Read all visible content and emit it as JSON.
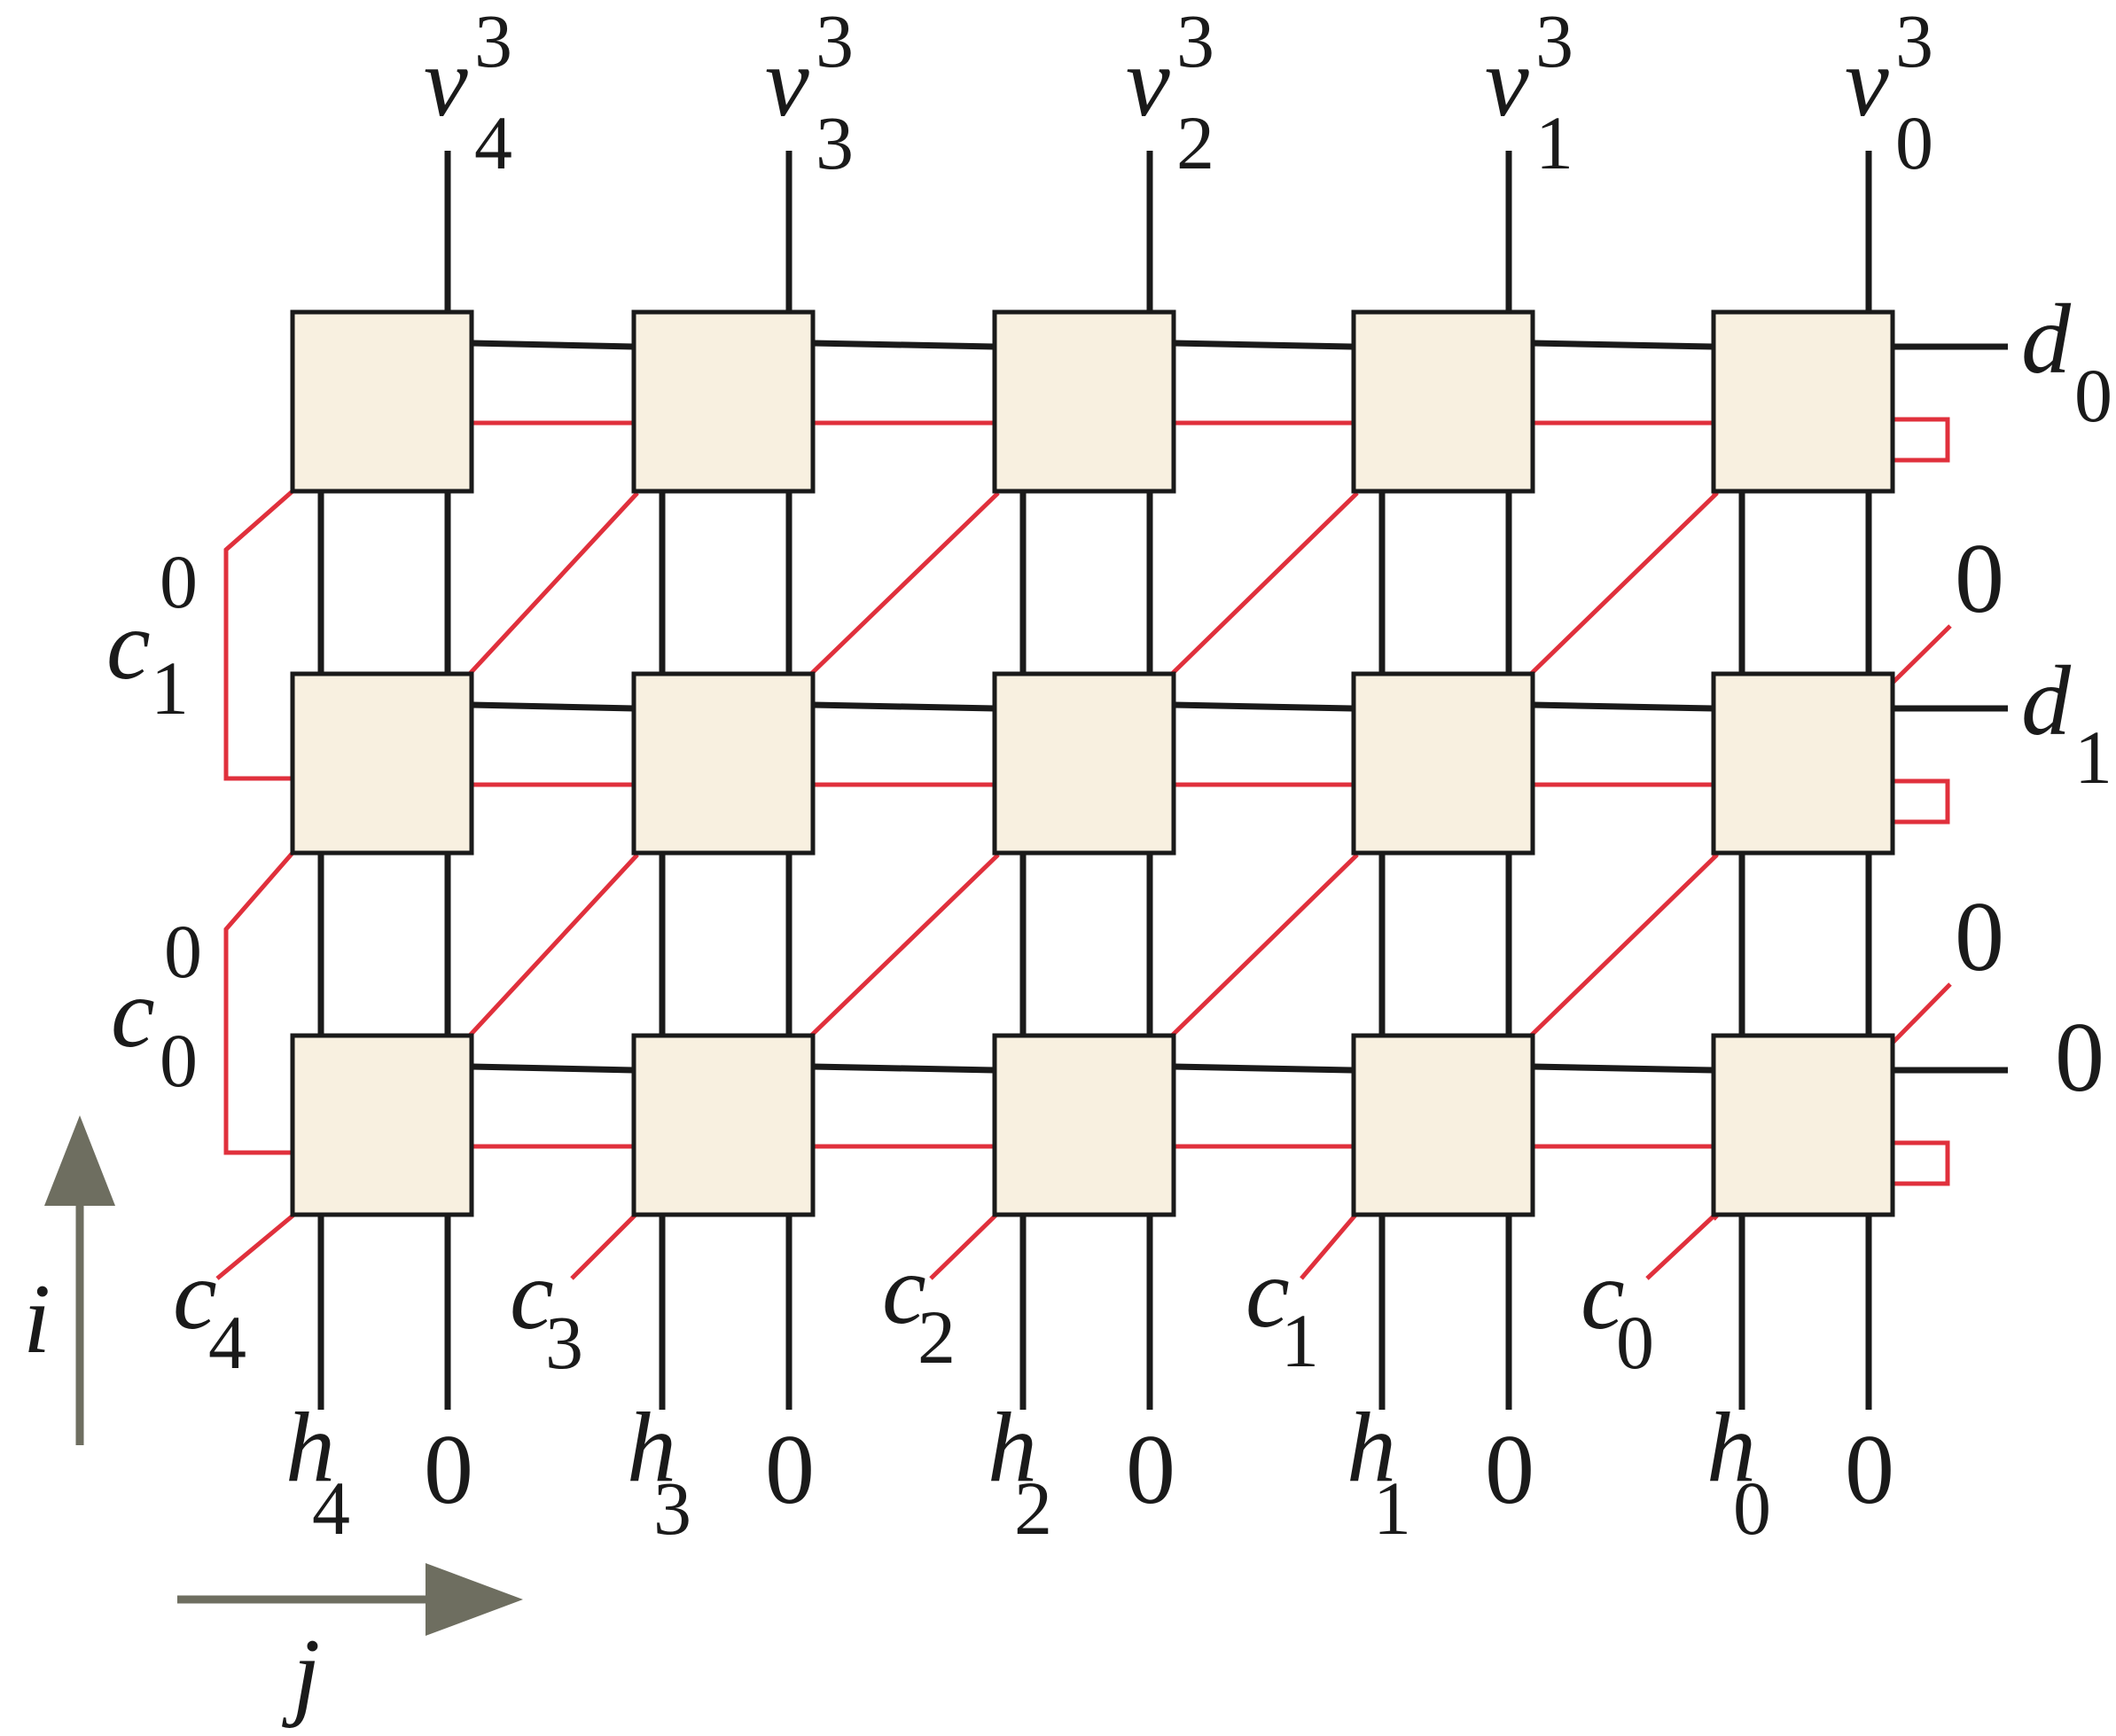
{
  "colors": {
    "cell_fill": "#f8f0e0",
    "cell_stroke": "#1a1a1a",
    "black_wire": "#1a1a1a",
    "red_wire": "#e0303c",
    "arrow": "#6e6e60"
  },
  "cells": {
    "rows": 3,
    "cols": 5
  },
  "top_labels": [
    {
      "base": "v",
      "sub": "4",
      "sup": "3"
    },
    {
      "base": "v",
      "sub": "3",
      "sup": "3"
    },
    {
      "base": "v",
      "sub": "2",
      "sup": "3"
    },
    {
      "base": "v",
      "sub": "1",
      "sup": "3"
    },
    {
      "base": "v",
      "sub": "0",
      "sup": "3"
    }
  ],
  "right_labels": [
    {
      "base": "d",
      "sub": "0"
    },
    {
      "base": "d",
      "sub": "1"
    },
    {
      "base": "0",
      "sub": ""
    }
  ],
  "diag_zero_labels": [
    "0",
    "0"
  ],
  "left_labels": [
    {
      "base": "c",
      "sub": "1",
      "sup": "0"
    },
    {
      "base": "c",
      "sub": "0",
      "sup": "0"
    }
  ],
  "bottom_c_labels": [
    {
      "base": "c",
      "sub": "4"
    },
    {
      "base": "c",
      "sub": "3"
    },
    {
      "base": "c",
      "sub": "2"
    },
    {
      "base": "c",
      "sub": "1"
    },
    {
      "base": "c",
      "sub": "0"
    }
  ],
  "bottom_h_labels": [
    {
      "base": "h",
      "sub": "4"
    },
    {
      "base": "h",
      "sub": "3"
    },
    {
      "base": "h",
      "sub": "2"
    },
    {
      "base": "h",
      "sub": "1"
    },
    {
      "base": "h",
      "sub": "0"
    }
  ],
  "bottom_zero_labels": [
    "0",
    "0",
    "0",
    "0",
    "0"
  ],
  "axes": {
    "vertical": "i",
    "horizontal": "j"
  }
}
